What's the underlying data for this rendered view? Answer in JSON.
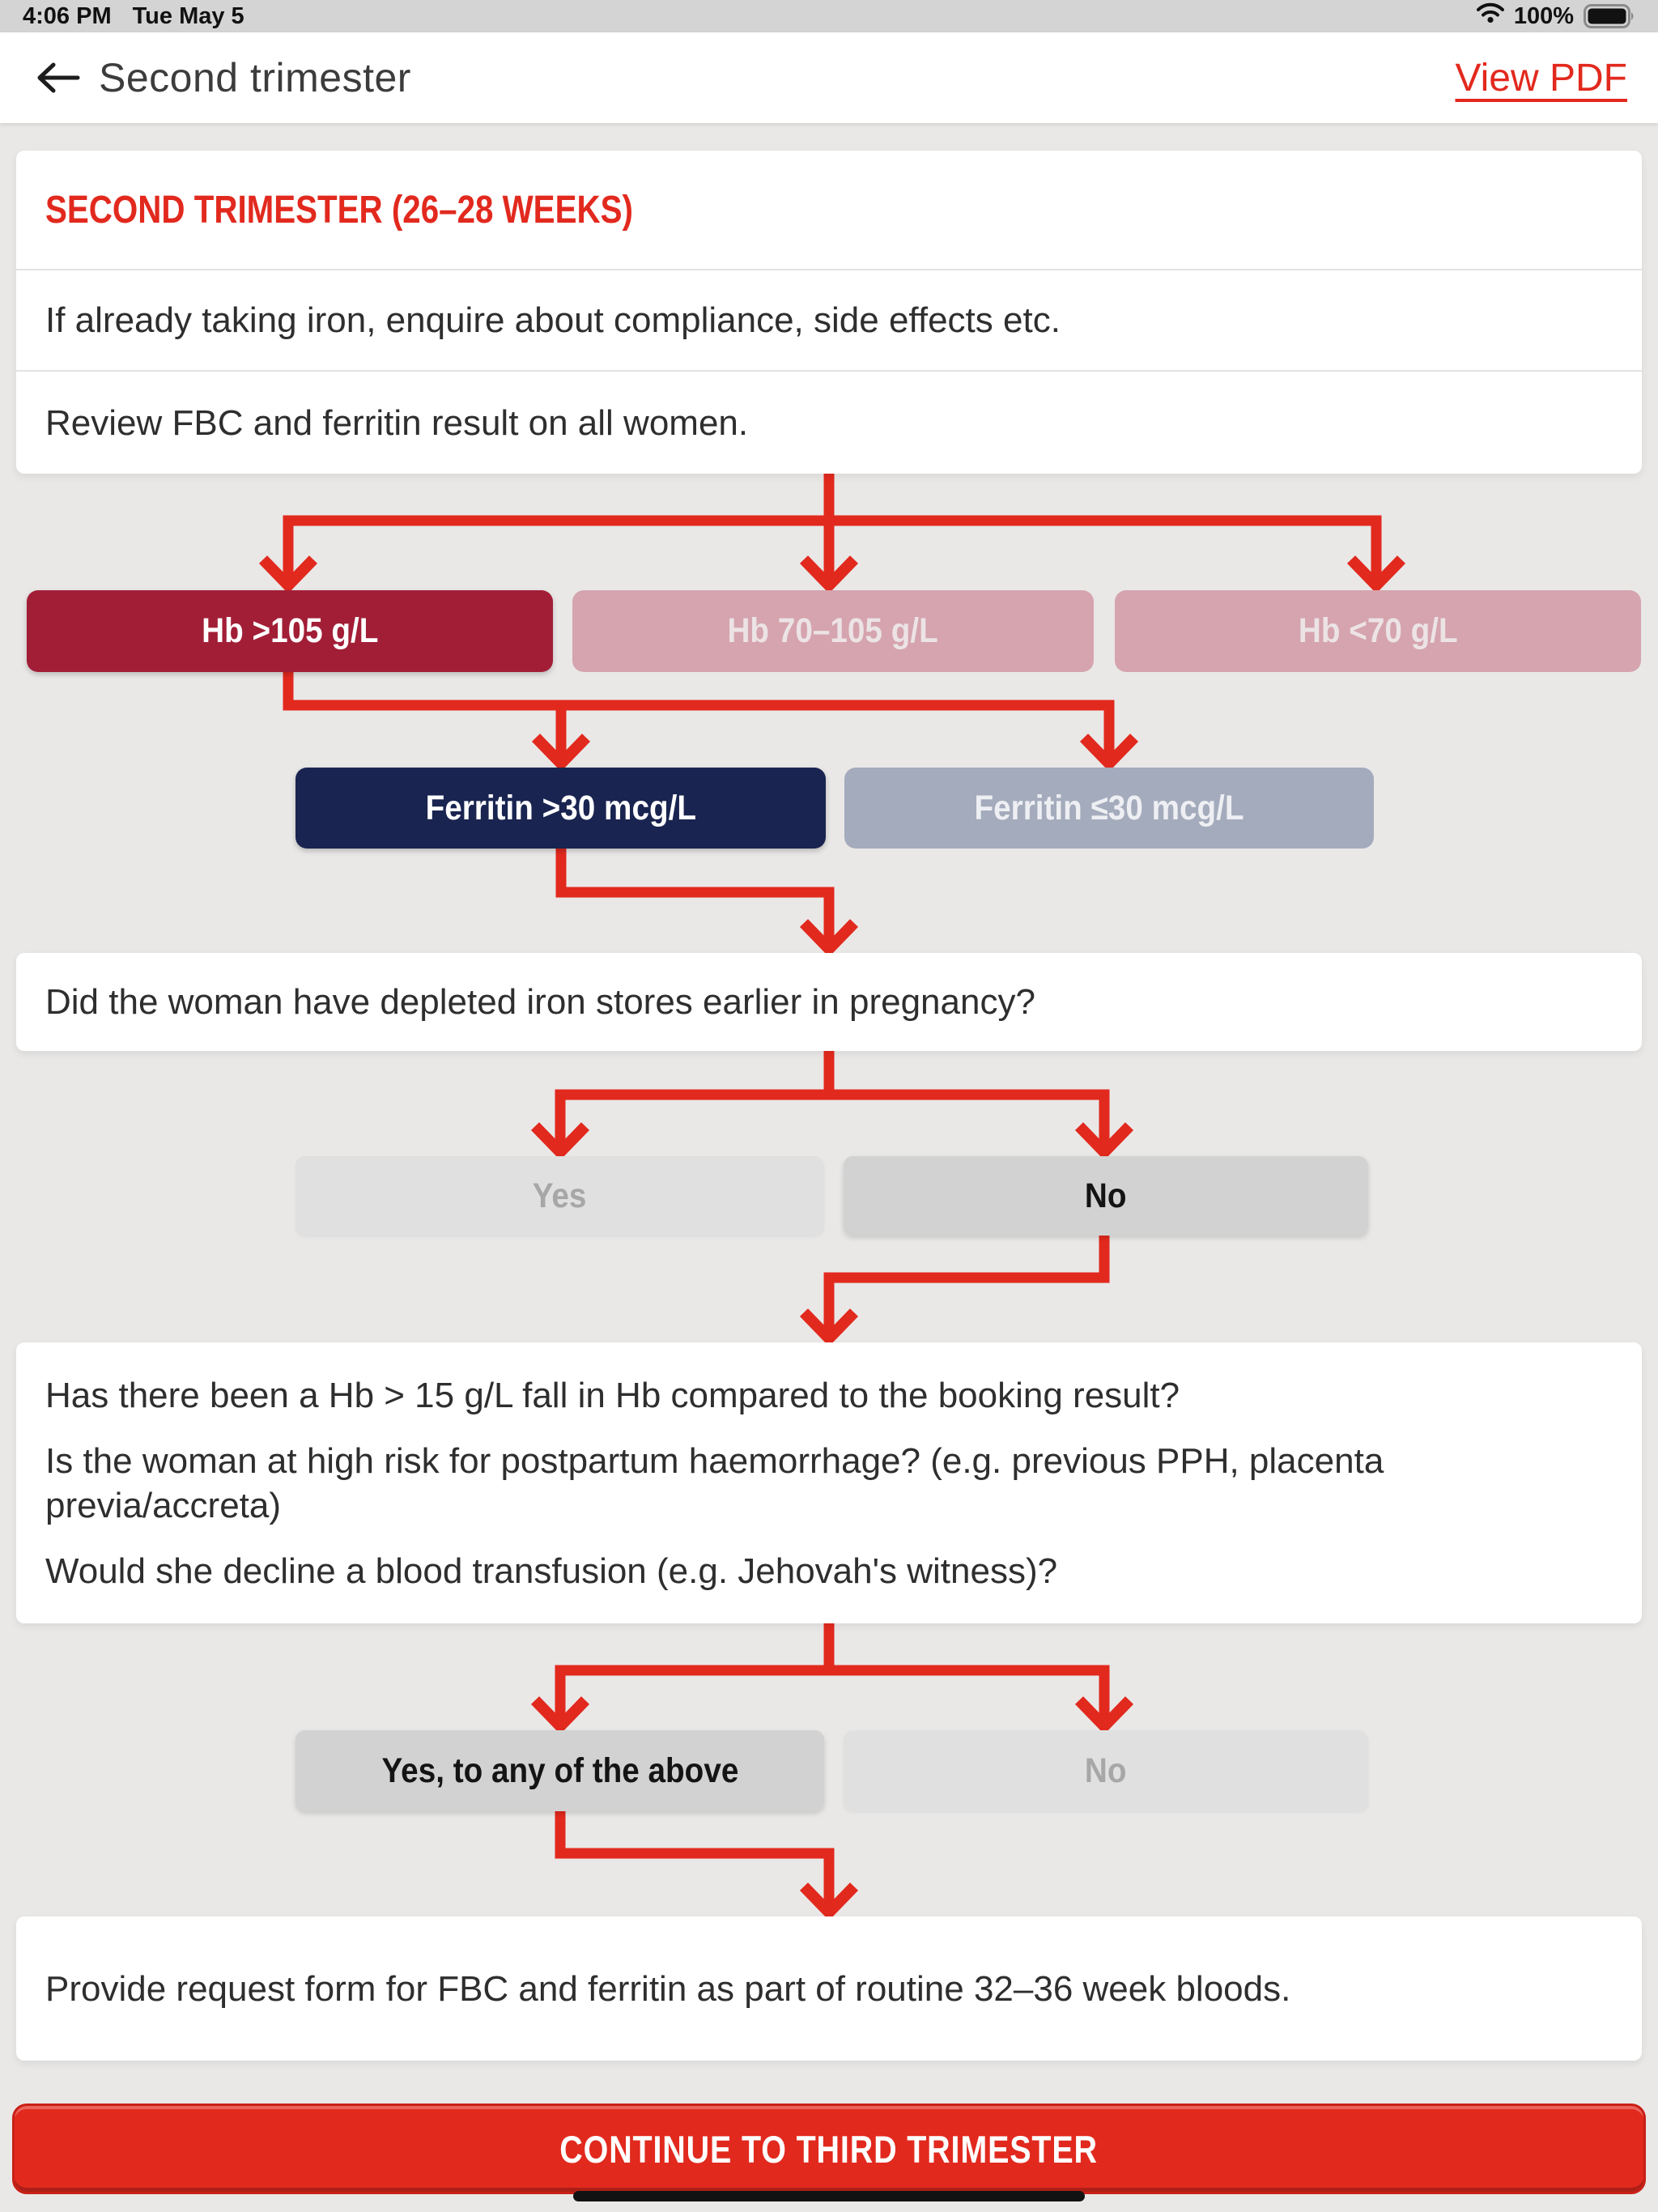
{
  "status_bar": {
    "time": "4:06 PM",
    "date": "Tue May 5",
    "battery_percent": "100%"
  },
  "nav": {
    "title": "Second trimester",
    "view_pdf": "View PDF"
  },
  "flow": {
    "heading": "SECOND TRIMESTER (26–28 WEEKS)",
    "intro": [
      "If already taking iron, enquire about compliance, side effects etc.",
      "Review FBC and ferritin result on all women."
    ],
    "hb": [
      {
        "label": "Hb >105 g/L",
        "state": "selected"
      },
      {
        "label": "Hb 70–105 g/L",
        "state": "faded"
      },
      {
        "label": "Hb <70 g/L",
        "state": "faded"
      }
    ],
    "ferritin": [
      {
        "label": "Ferritin >30 mcg/L",
        "state": "selected"
      },
      {
        "label": "Ferritin ≤30 mcg/L",
        "state": "faded"
      }
    ],
    "q1": {
      "text": "Did the woman have depleted iron stores earlier in pregnancy?",
      "options": [
        {
          "label": "Yes",
          "state": "faded"
        },
        {
          "label": "No",
          "state": "selected"
        }
      ]
    },
    "q2": {
      "lines": [
        "Has there been a Hb > 15 g/L fall in Hb compared to the booking result?",
        "Is the woman at high risk for postpartum haemorrhage? (e.g. previous PPH, placenta previa/accreta)",
        "Would she decline a blood transfusion (e.g. Jehovah's witness)?"
      ],
      "options": [
        {
          "label": "Yes, to any of the above",
          "state": "selected"
        },
        {
          "label": "No",
          "state": "faded"
        }
      ]
    },
    "outcome": "Provide request form for FBC and ferritin as part of routine 32–36 week bloods.",
    "cta": "CONTINUE TO THIRD TRIMESTER"
  },
  "colors": {
    "accent_red": "#e2291e",
    "dark_red": "#a21e36",
    "pink": "#d5a4ae",
    "pink_text": "#ece3e5",
    "navy": "#192450",
    "slate": "#a4abbc",
    "slate_text": "#edeff3",
    "gray_selected": "#d2d2d2",
    "gray_selected_text": "#141414",
    "gray_faded": "#e1e0e0",
    "gray_faded_text": "#a7a7a7",
    "bg": "#e9e8e7",
    "status_bg": "#d5d4d4",
    "divider": "#e3e3e3",
    "text_dark": "#2e2e2e"
  }
}
